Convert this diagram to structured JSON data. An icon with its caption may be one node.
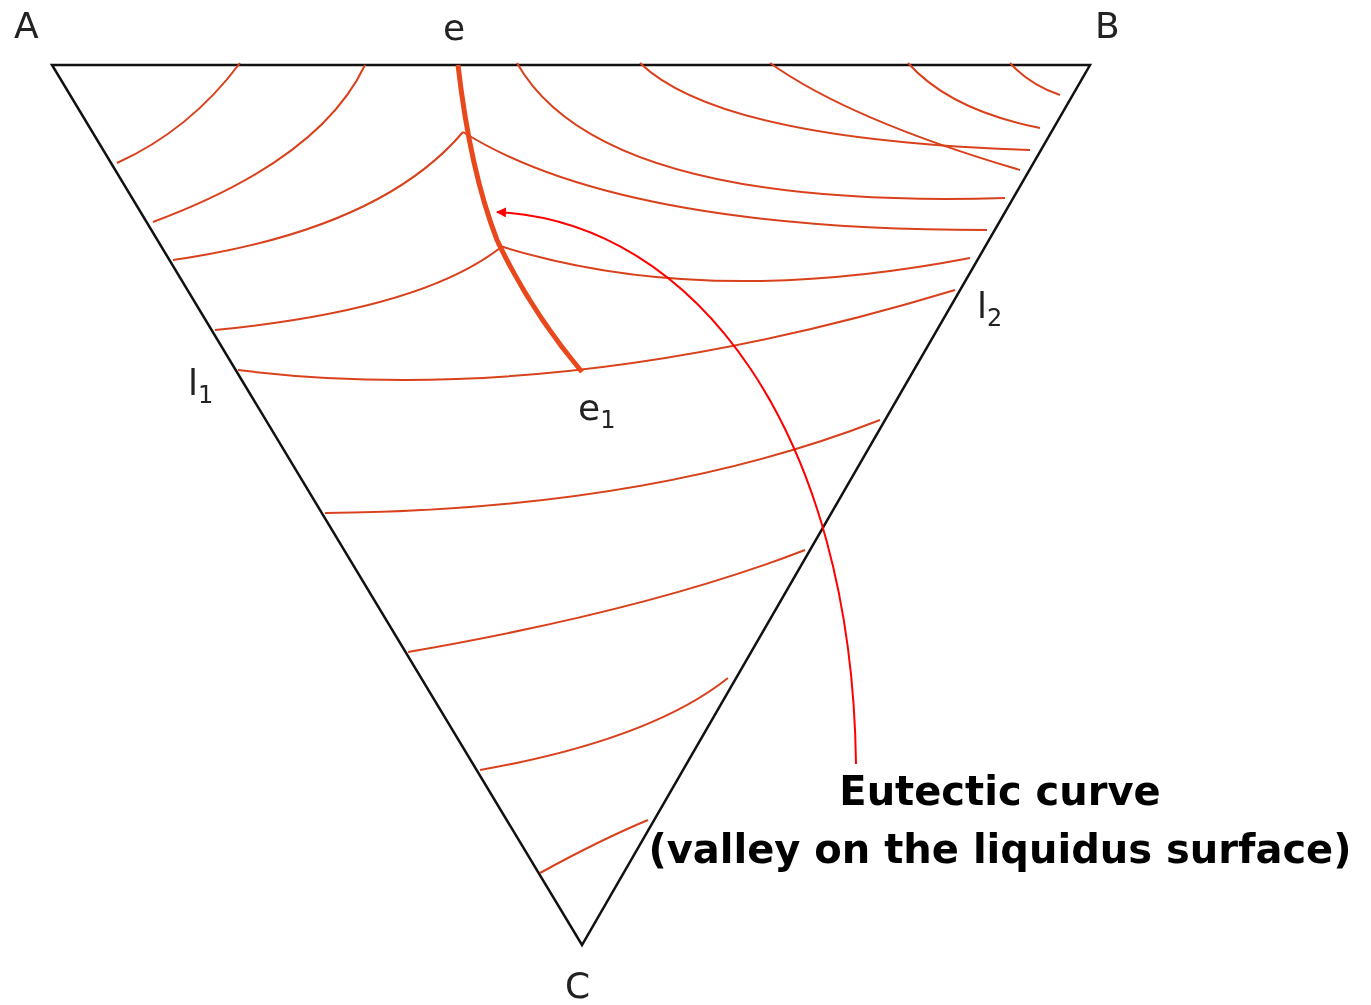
{
  "diagram": {
    "nodes": [
      {
        "text": [
          "Eutectic curve",
          "(valley on the liquidus surface)"
        ]
      },
      {
        "text": [],
        "shape": "line"
      }
    ],
    "edges": [
      {
        "from": 0,
        "to": 1,
        "arrow": "to"
      }
    ],
    "labels": [
      "A",
      "e",
      "B",
      "l$_{2}$",
      "l$_{1}$",
      "e$_{1}$",
      "C"
    ]
  }
}
